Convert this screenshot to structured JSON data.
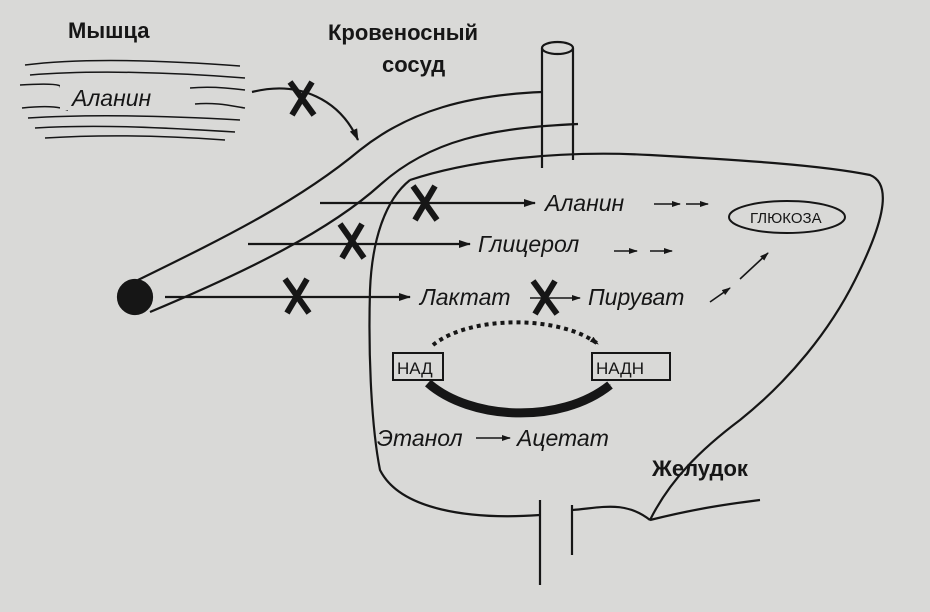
{
  "labels": {
    "muscle": "Мышца",
    "blood_vessel_line1": "Кровеносный",
    "blood_vessel_line2": "сосуд",
    "muscle_alanine": "Аланин",
    "alanine": "Аланин",
    "glycerol": "Глицерол",
    "lactate": "Лактат",
    "pyruvate": "Пируват",
    "glucose": "ГЛЮКОЗА",
    "nad": "НАД",
    "nadh": "НАДН",
    "ethanol": "Этанол",
    "acetate": "Ацетат",
    "stomach": "Желудок"
  },
  "colors": {
    "ink": "#161616",
    "background": "#d9d9d7"
  }
}
